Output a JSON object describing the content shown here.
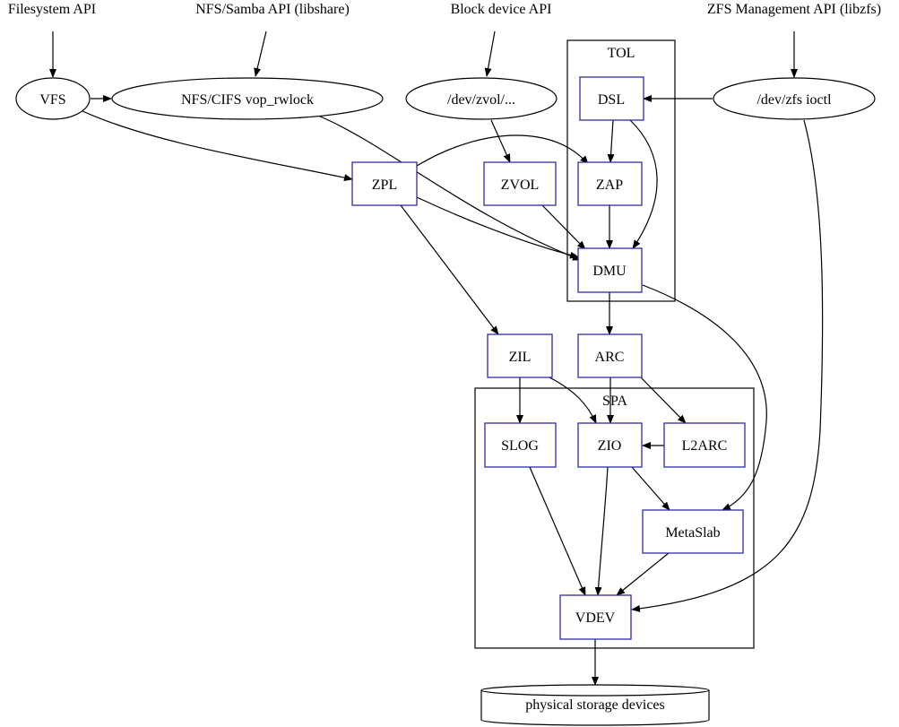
{
  "diagram": {
    "apis": {
      "filesystem": "Filesystem API",
      "nfs_samba": "NFS/Samba API (libshare)",
      "block_device": "Block device API",
      "zfs_management": "ZFS Management API (libzfs)"
    },
    "clusters": {
      "tol": "TOL",
      "spa": "SPA"
    },
    "nodes": {
      "vfs": "VFS",
      "nfs_cifs": "NFS/CIFS vop_rwlock",
      "dev_zvol": "/dev/zvol/...",
      "dev_zfs_ioctl": "/dev/zfs ioctl",
      "dsl": "DSL",
      "zpl": "ZPL",
      "zvol": "ZVOL",
      "zap": "ZAP",
      "dmu": "DMU",
      "zil": "ZIL",
      "arc": "ARC",
      "slog": "SLOG",
      "zio": "ZIO",
      "l2arc": "L2ARC",
      "metaslab": "MetaSlab",
      "vdev": "VDEV",
      "physical": "physical storage devices"
    },
    "edges": [
      {
        "from": "filesystem-api",
        "to": "vfs"
      },
      {
        "from": "nfs-samba-api",
        "to": "nfs-cifs"
      },
      {
        "from": "block-device-api",
        "to": "dev-zvol"
      },
      {
        "from": "zfs-management-api",
        "to": "dev-zfs-ioctl"
      },
      {
        "from": "vfs",
        "to": "nfs-cifs"
      },
      {
        "from": "vfs",
        "to": "zpl"
      },
      {
        "from": "nfs-cifs",
        "to": "dmu"
      },
      {
        "from": "dev-zvol",
        "to": "zvol"
      },
      {
        "from": "dev-zfs-ioctl",
        "to": "dsl"
      },
      {
        "from": "dev-zfs-ioctl",
        "to": "vdev"
      },
      {
        "from": "dsl",
        "to": "zap"
      },
      {
        "from": "dsl",
        "to": "dmu"
      },
      {
        "from": "zpl",
        "to": "zap"
      },
      {
        "from": "zpl",
        "to": "dmu"
      },
      {
        "from": "zpl",
        "to": "zil"
      },
      {
        "from": "zvol",
        "to": "dmu"
      },
      {
        "from": "zap",
        "to": "dmu"
      },
      {
        "from": "dmu",
        "to": "arc"
      },
      {
        "from": "dmu",
        "to": "metaslab"
      },
      {
        "from": "zil",
        "to": "slog"
      },
      {
        "from": "zil",
        "to": "zio"
      },
      {
        "from": "arc",
        "to": "zio"
      },
      {
        "from": "arc",
        "to": "l2arc"
      },
      {
        "from": "l2arc",
        "to": "zio"
      },
      {
        "from": "zio",
        "to": "metaslab"
      },
      {
        "from": "zio",
        "to": "vdev"
      },
      {
        "from": "slog",
        "to": "vdev"
      },
      {
        "from": "metaslab",
        "to": "vdev"
      },
      {
        "from": "vdev",
        "to": "physical"
      }
    ]
  }
}
